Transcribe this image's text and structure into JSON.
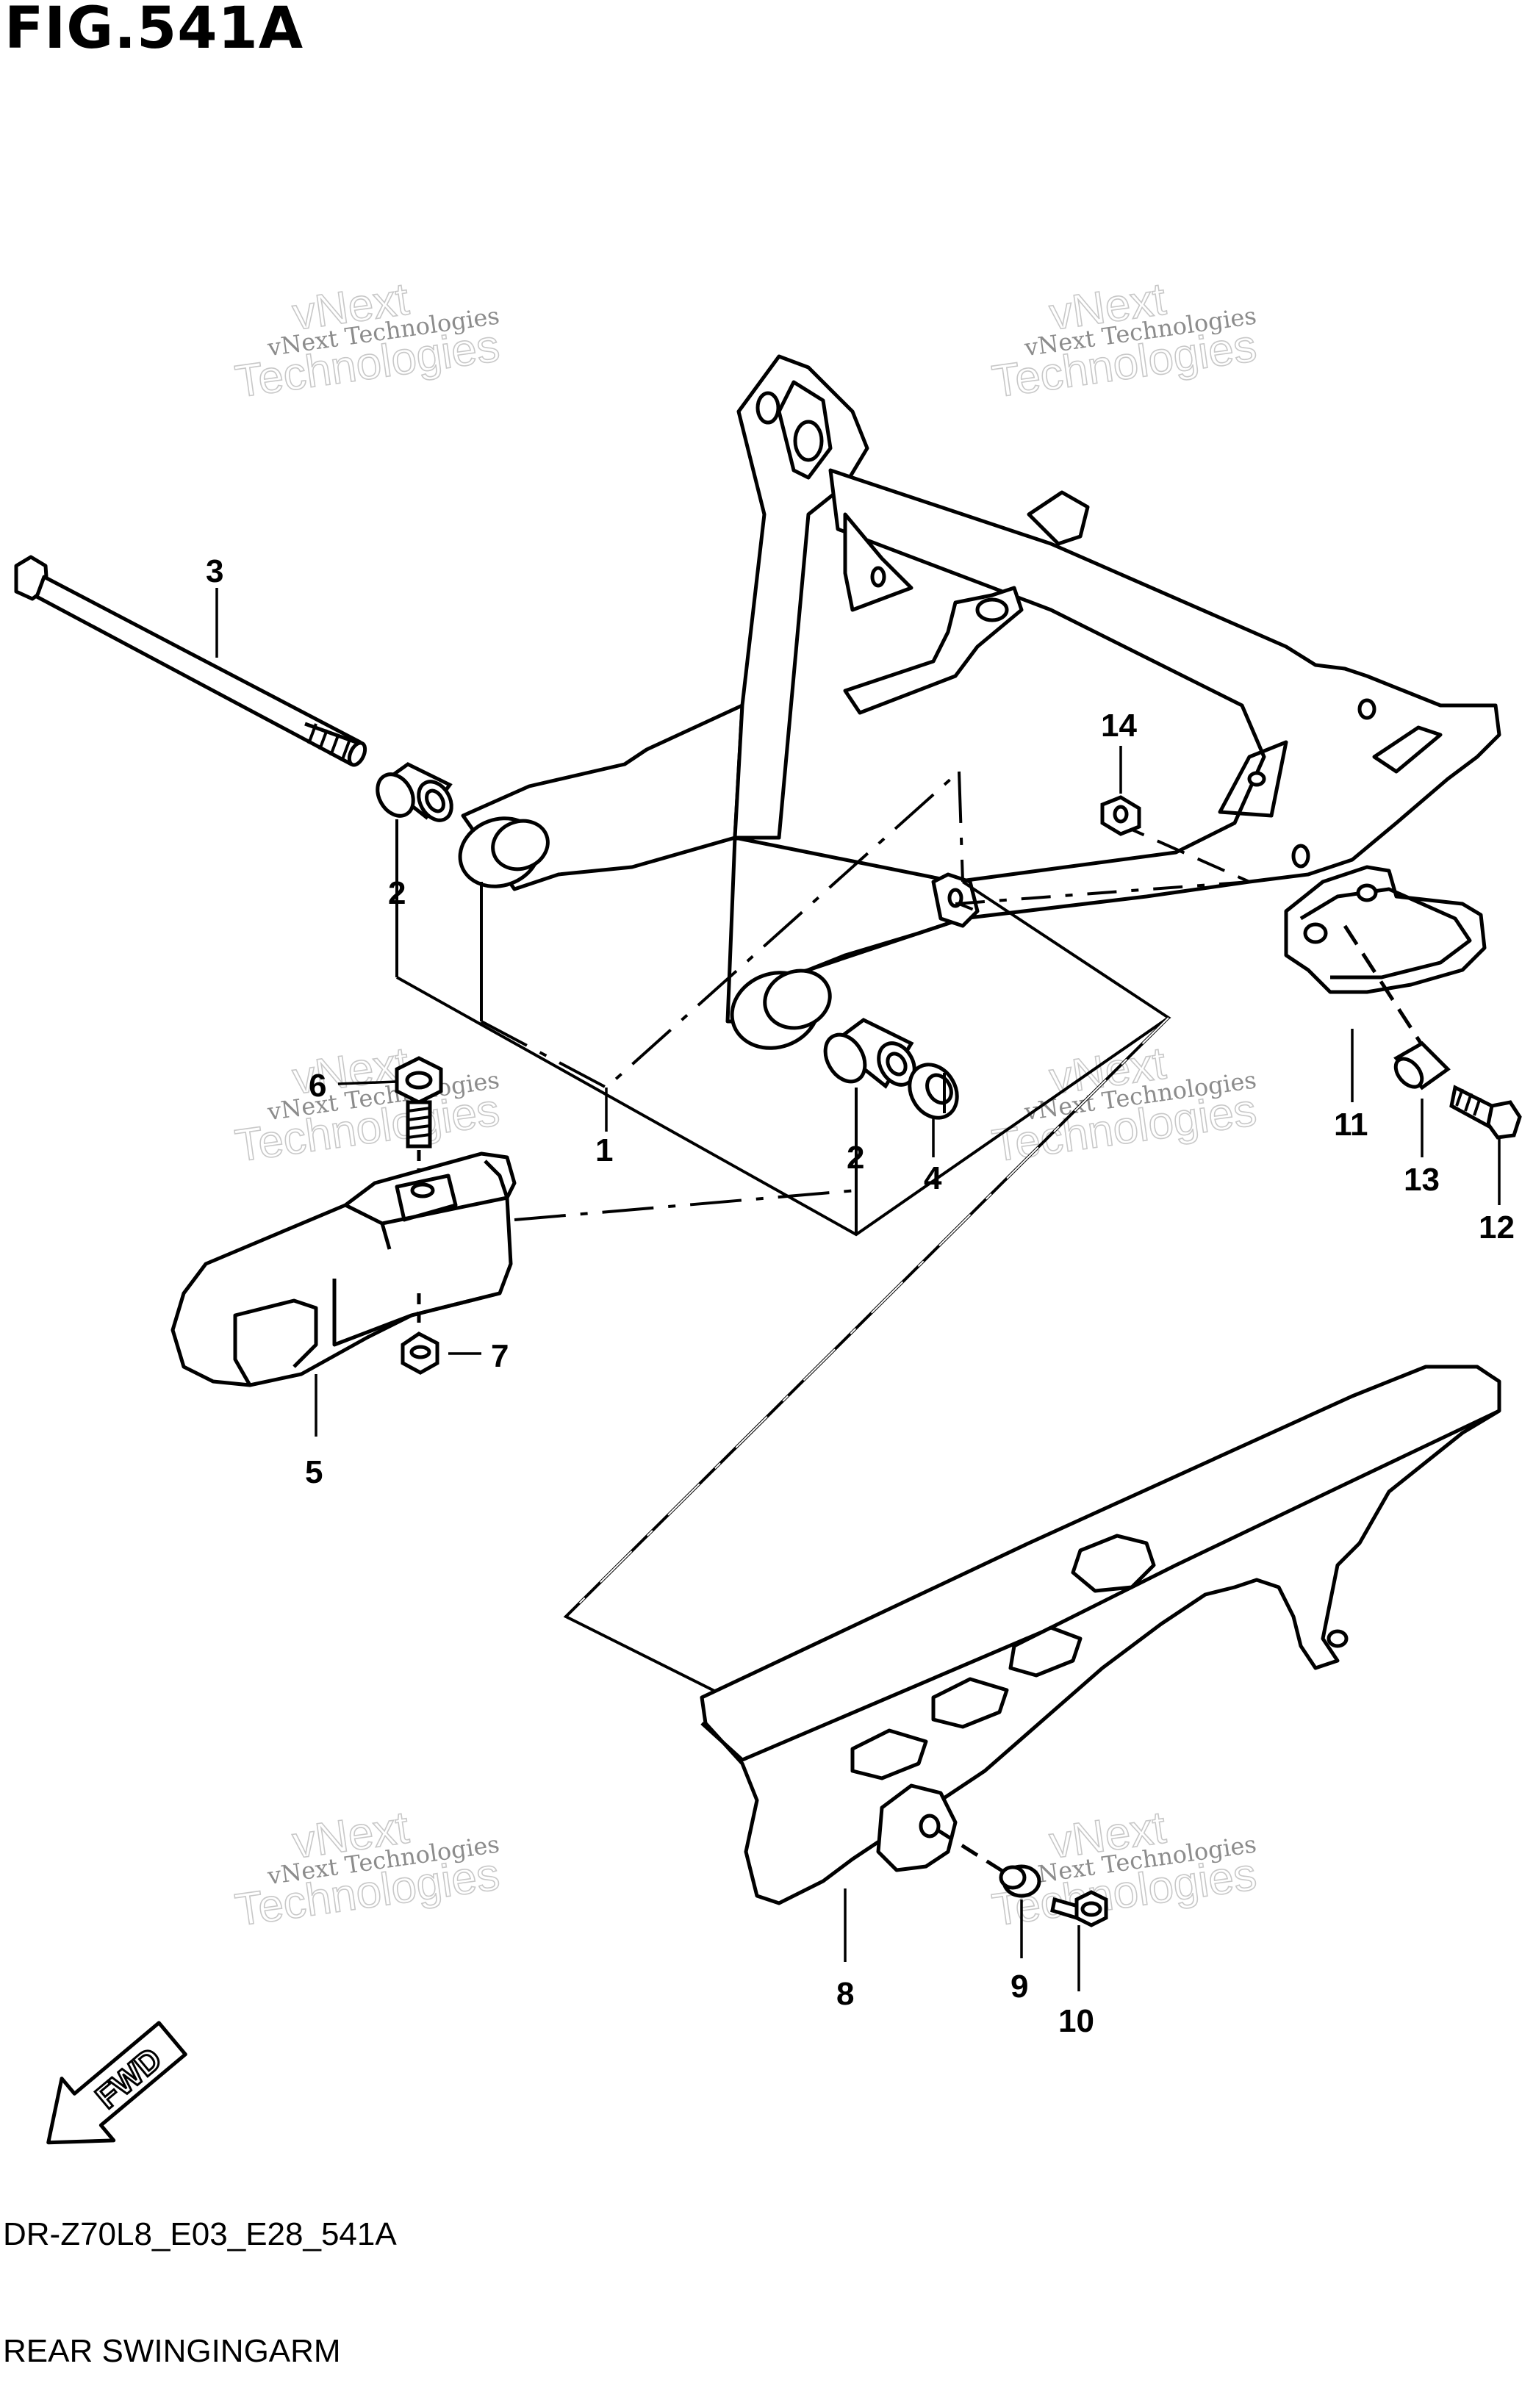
{
  "figure": {
    "title": "FIG.541A",
    "code": "DR-Z70L8_E03_E28_541A",
    "section": "REAR SWINGINGARM"
  },
  "callouts": [
    "1",
    "2",
    "2",
    "3",
    "4",
    "5",
    "6",
    "7",
    "8",
    "9",
    "10",
    "11",
    "12",
    "13",
    "14"
  ],
  "fwd_arrow": {
    "label": "FWD"
  },
  "watermark": {
    "line1": "vNext Technologies",
    "line2": "vNext",
    "line3": "Technologies"
  }
}
